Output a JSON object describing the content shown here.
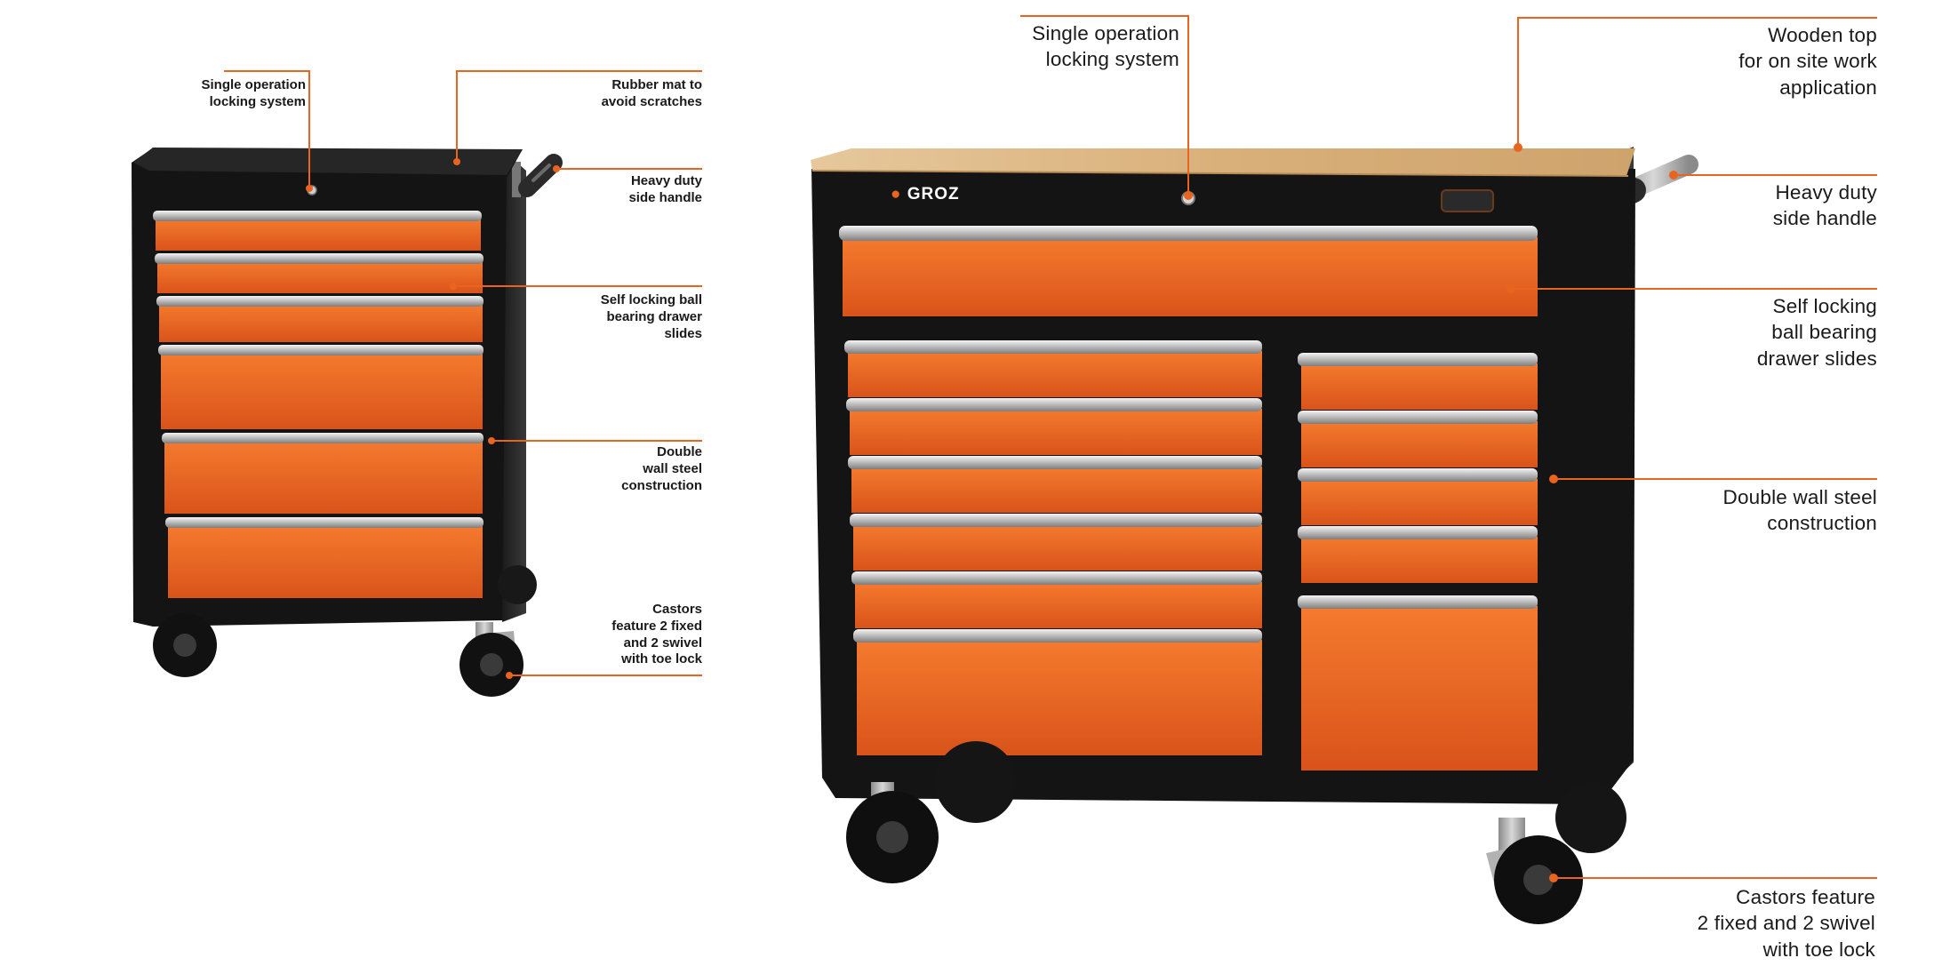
{
  "brand": {
    "logo_text": "GROZ",
    "accent_color": "#e8641f",
    "body_color": "#141414",
    "wood_color": "#dcb98a"
  },
  "small_cabinet": {
    "callouts": {
      "lock": [
        "Single operation",
        "locking system"
      ],
      "mat": [
        "Rubber mat to",
        "avoid scratches"
      ],
      "handle": [
        "Heavy duty",
        "side handle"
      ],
      "slides": [
        "Self locking ball",
        "bearing drawer",
        "slides"
      ],
      "wall": [
        "Double",
        "wall steel",
        "construction"
      ],
      "castors": [
        "Castors",
        "feature 2 fixed",
        "and 2 swivel",
        "with toe lock"
      ]
    }
  },
  "large_cabinet": {
    "callouts": {
      "lock": [
        "Single operation",
        "locking system"
      ],
      "top": [
        "Wooden top",
        "for on site work",
        "application"
      ],
      "handle": [
        "Heavy duty",
        "side handle"
      ],
      "slides": [
        "Self locking",
        "ball bearing",
        "drawer slides"
      ],
      "wall": [
        "Double wall steel",
        "construction"
      ],
      "castors": [
        "Castors feature",
        "2 fixed and 2 swivel",
        "with toe lock"
      ]
    }
  }
}
